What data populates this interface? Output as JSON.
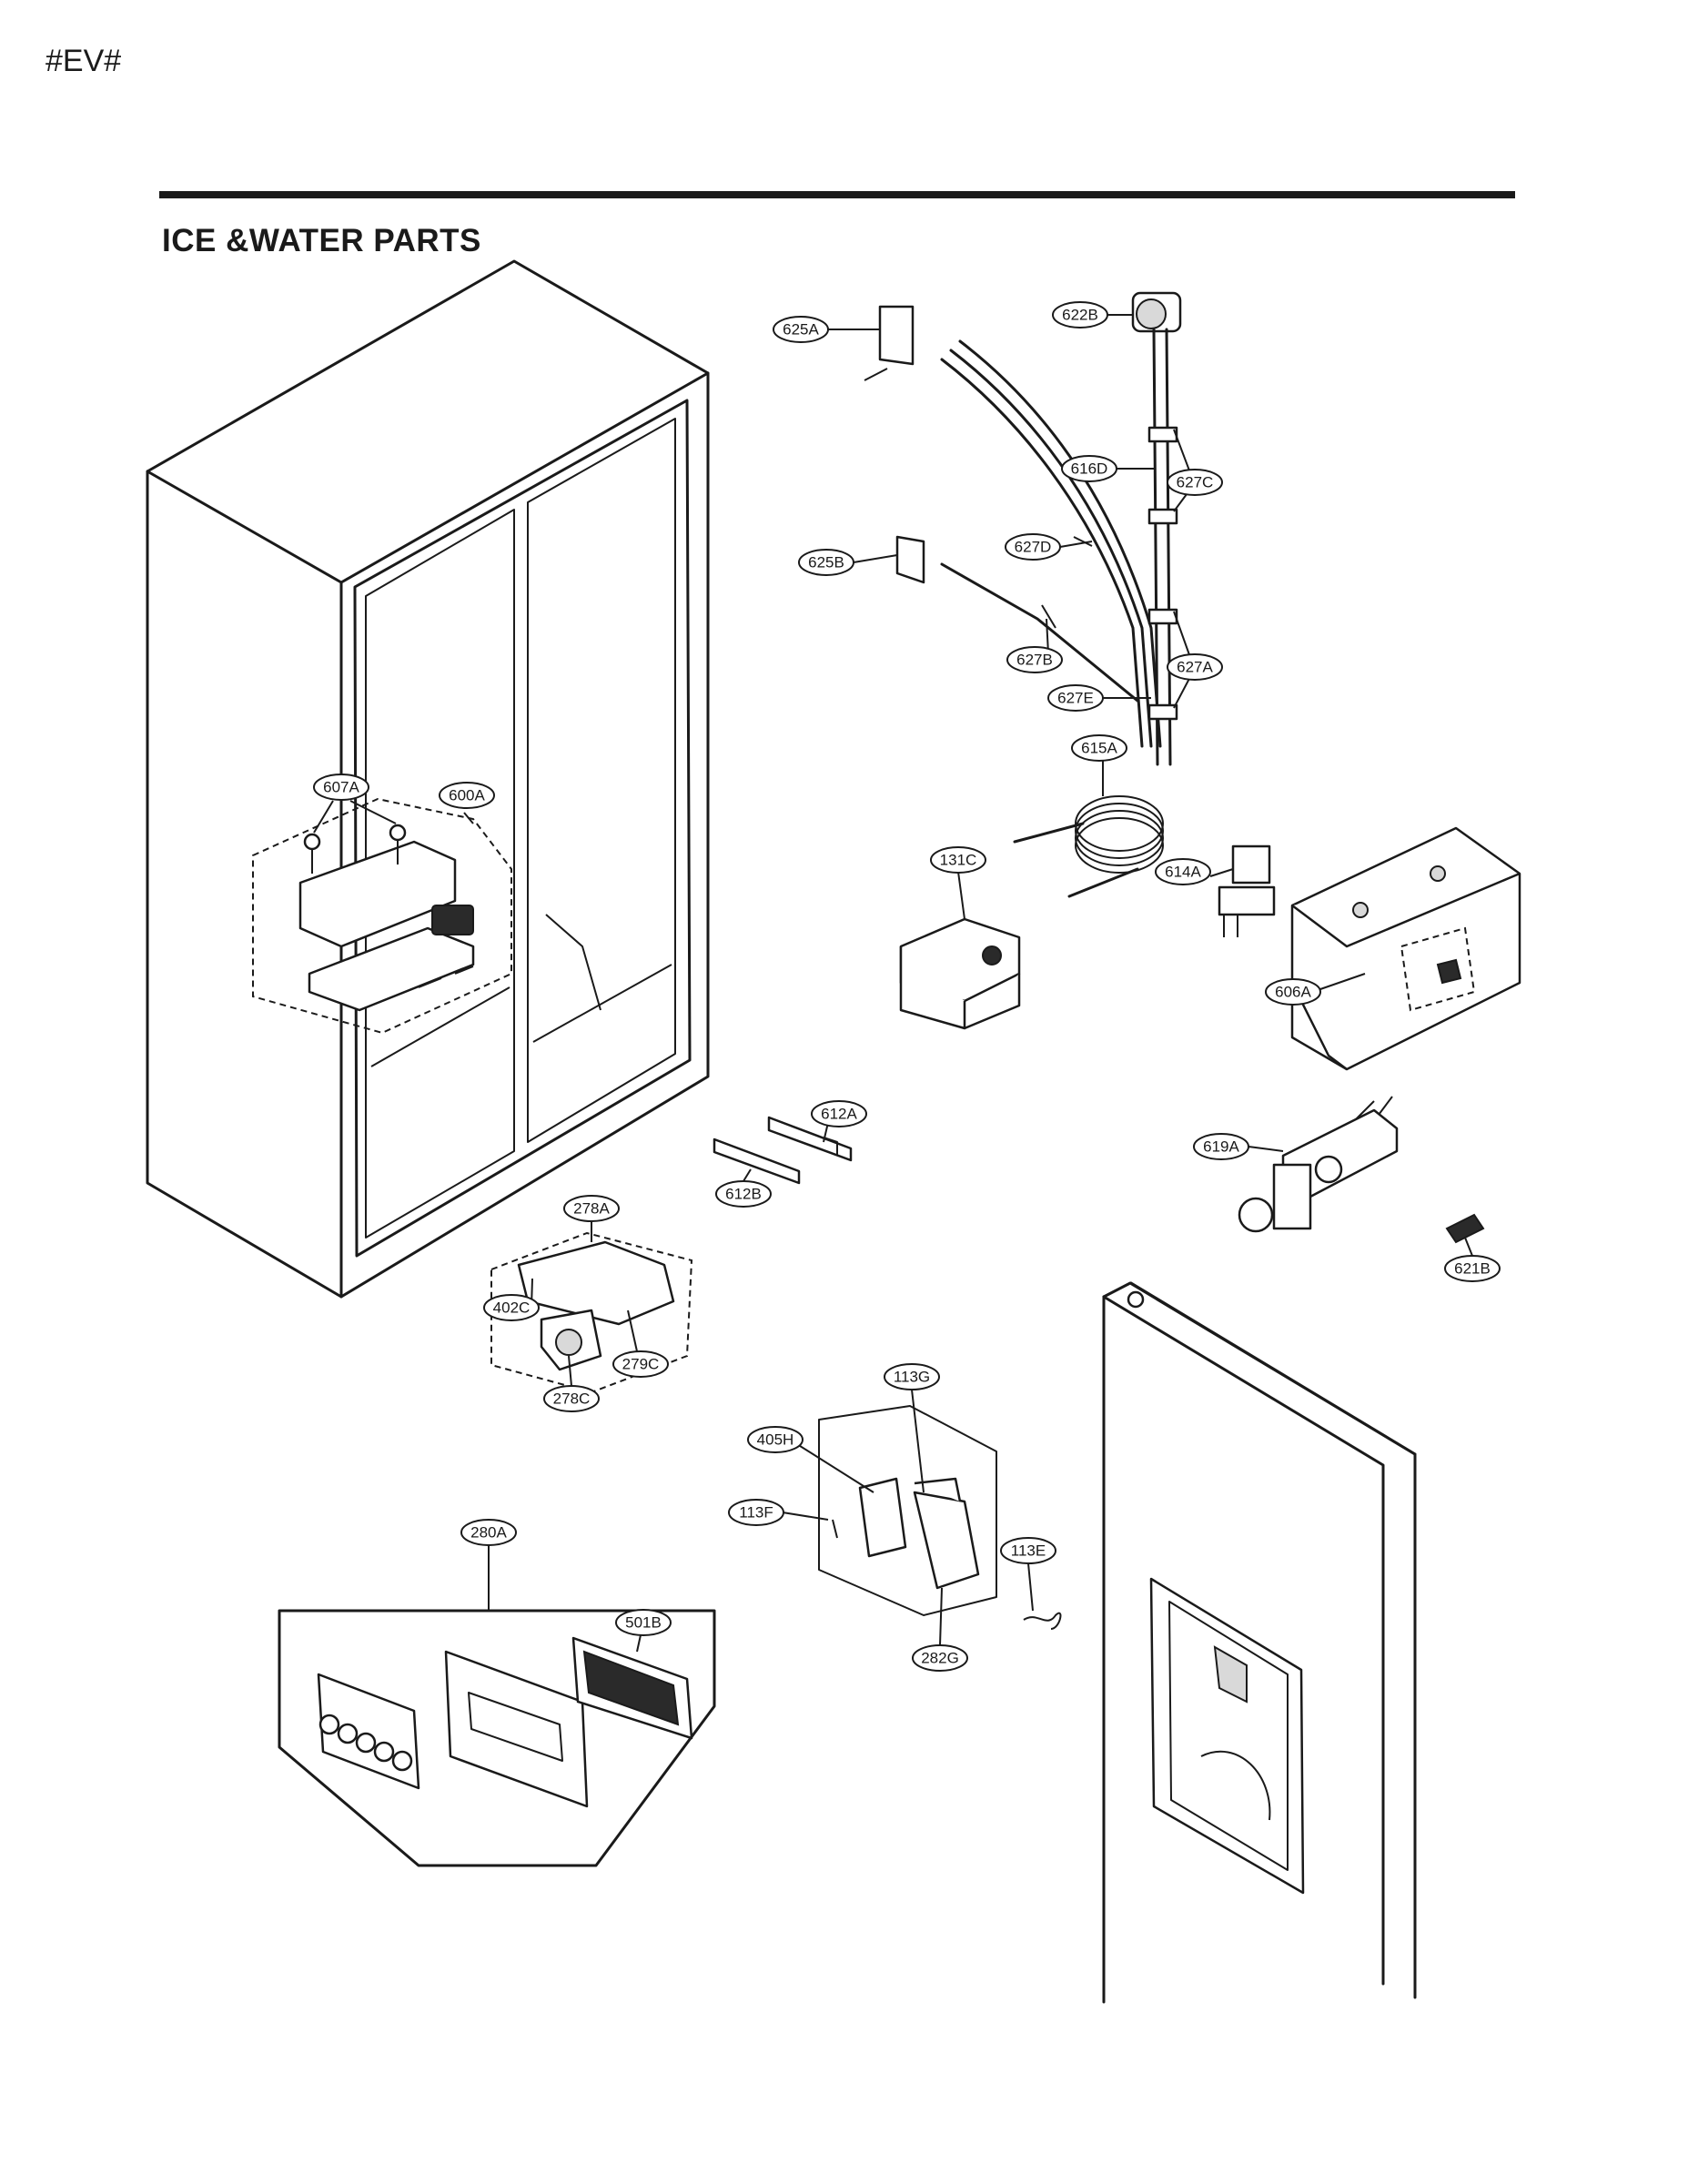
{
  "page": {
    "header_code": "#EV#",
    "title": "ICE &WATER PARTS"
  },
  "callouts": [
    {
      "id": "625A"
    },
    {
      "id": "622B"
    },
    {
      "id": "616D"
    },
    {
      "id": "627C"
    },
    {
      "id": "625B"
    },
    {
      "id": "627D"
    },
    {
      "id": "627B"
    },
    {
      "id": "627A"
    },
    {
      "id": "627E"
    },
    {
      "id": "615A"
    },
    {
      "id": "607A"
    },
    {
      "id": "600A"
    },
    {
      "id": "131C"
    },
    {
      "id": "614A"
    },
    {
      "id": "606A"
    },
    {
      "id": "612A"
    },
    {
      "id": "619A"
    },
    {
      "id": "612B"
    },
    {
      "id": "278A"
    },
    {
      "id": "621B"
    },
    {
      "id": "402C"
    },
    {
      "id": "279C"
    },
    {
      "id": "278C"
    },
    {
      "id": "113G"
    },
    {
      "id": "405H"
    },
    {
      "id": "113F"
    },
    {
      "id": "280A"
    },
    {
      "id": "113E"
    },
    {
      "id": "501B"
    },
    {
      "id": "282G"
    }
  ]
}
